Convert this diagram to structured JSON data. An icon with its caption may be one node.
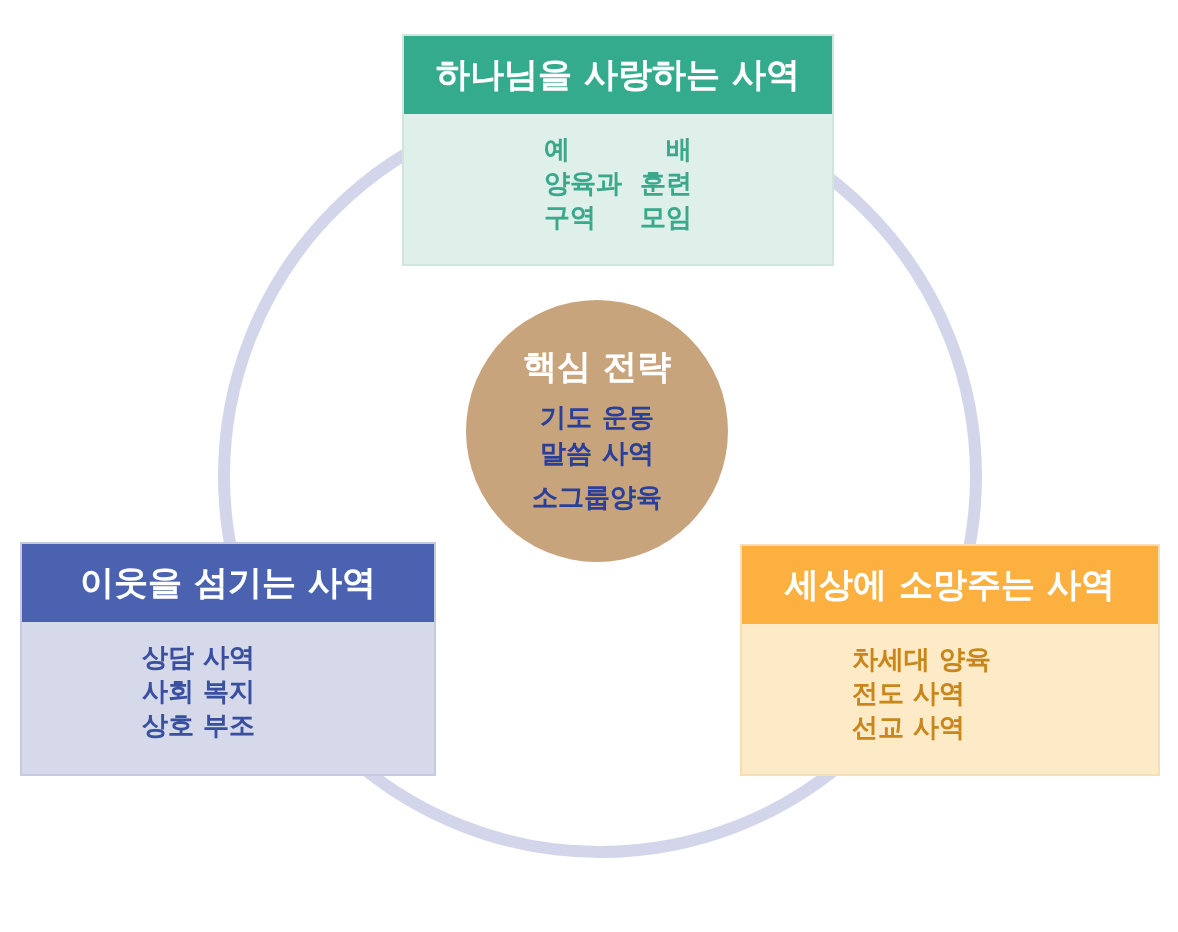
{
  "diagram": {
    "nodes": [
      {
        "text": [
          "하나님을 사랑하는 사역",
          "예 배",
          "양육과 훈련",
          "구역 모임"
        ]
      },
      {
        "text": [
          "핵심 전략",
          "기도 운동",
          "말씀 사역",
          "소그룹양육"
        ]
      },
      {
        "text": [
          "이웃을 섬기는 사역",
          "상담 사역",
          "사회 복지",
          "상호 부조"
        ]
      },
      {
        "text": [
          "세상에 소망주는 사역",
          "차세대 양육",
          "전도 사역",
          "선교 사역"
        ]
      }
    ]
  }
}
